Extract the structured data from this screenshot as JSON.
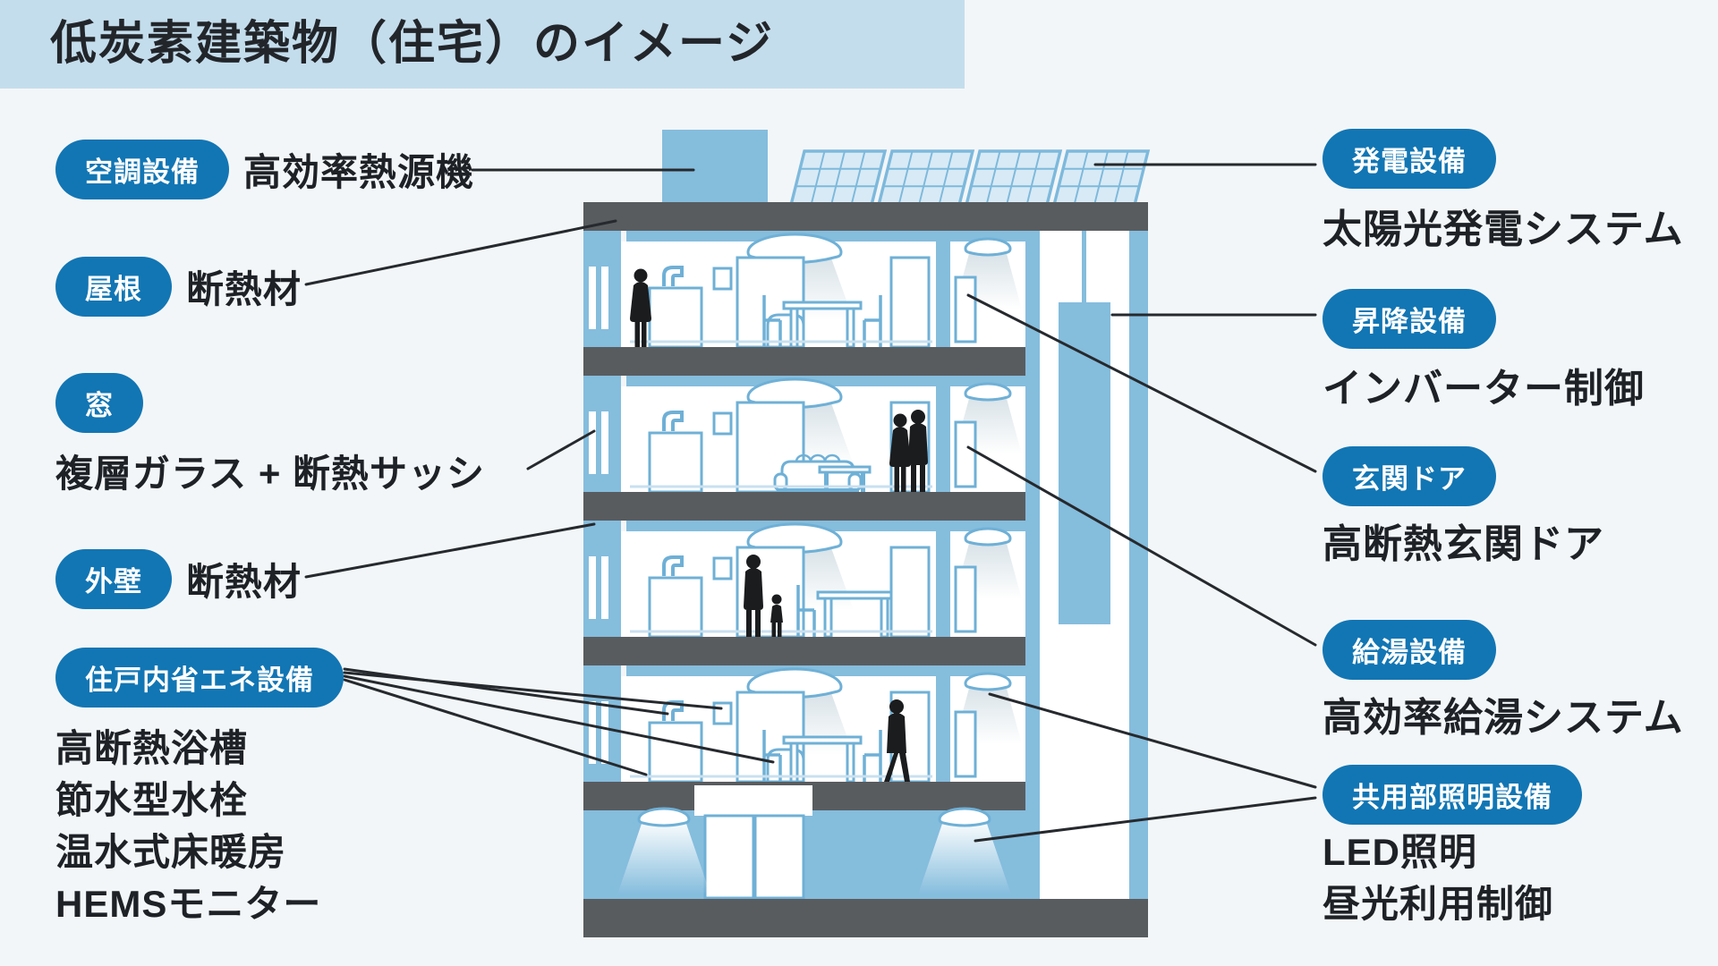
{
  "title": "低炭素建築物（住宅）のイメージ",
  "left_callouts": [
    {
      "tag": "空調設備",
      "text": "高効率熱源機"
    },
    {
      "tag": "屋根",
      "text": "断熱材"
    },
    {
      "tag": "窓",
      "text": "複層ガラス + 断熱サッシ"
    },
    {
      "tag": "外壁",
      "text": "断熱材"
    },
    {
      "tag": "住戸内省エネ設備",
      "items": [
        "高断熱浴槽",
        "節水型水栓",
        "温水式床暖房",
        "HEMSモニター"
      ]
    }
  ],
  "right_callouts": [
    {
      "tag": "発電設備",
      "text": "太陽光発電システム"
    },
    {
      "tag": "昇降設備",
      "text": "インバーター制御"
    },
    {
      "tag": "玄関ドア",
      "text": "高断熱玄関ドア"
    },
    {
      "tag": "給湯設備",
      "text": "高効率給湯システム"
    },
    {
      "tag": "共用部照明設備",
      "items": [
        "LED照明",
        "昼光利用制御"
      ]
    }
  ],
  "colors": {
    "accent_blue": "#1276b4",
    "building_blue": "#85bddd",
    "panel_fill": "#d8eaf5",
    "slab_gray": "#595c5f",
    "header_bg": "#c4ddec",
    "background": "#f3f6f8",
    "text": "#1e2227",
    "line": "#26292d"
  }
}
